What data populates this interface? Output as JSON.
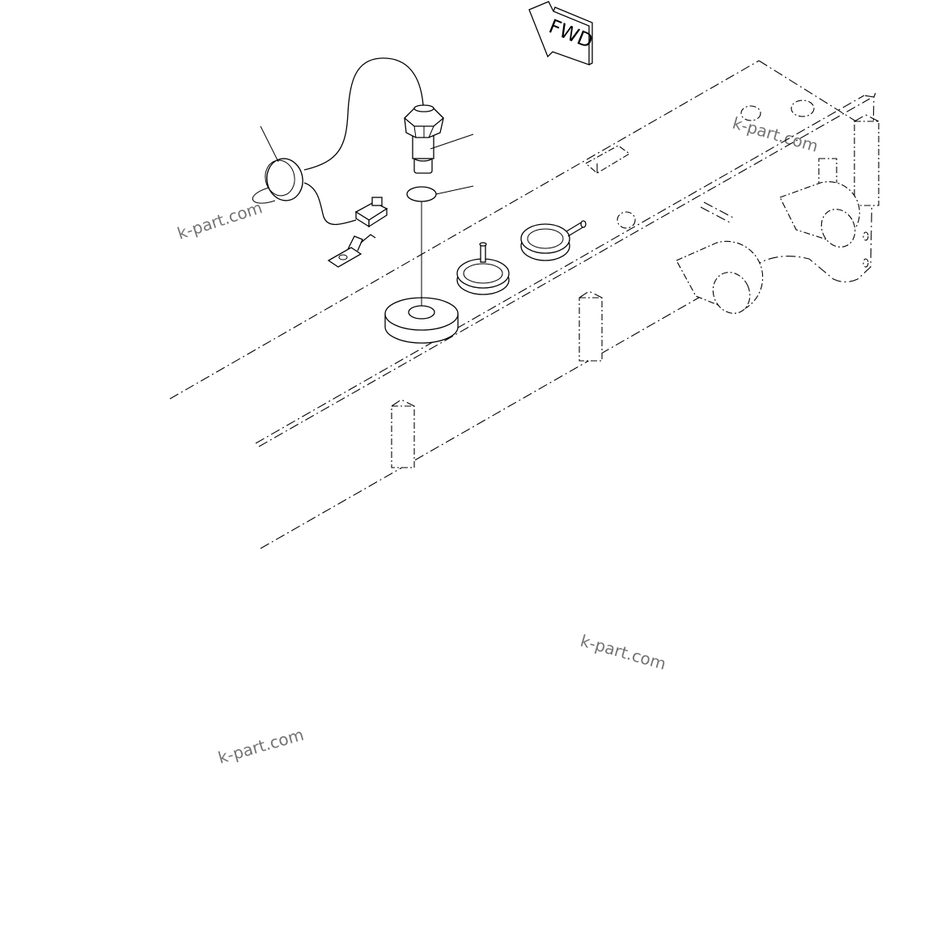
{
  "direction_arrow": {
    "label": "FWD"
  },
  "watermarks": [
    "k-part.com",
    "k-part.com",
    "k-part.com",
    "k-part.com"
  ]
}
